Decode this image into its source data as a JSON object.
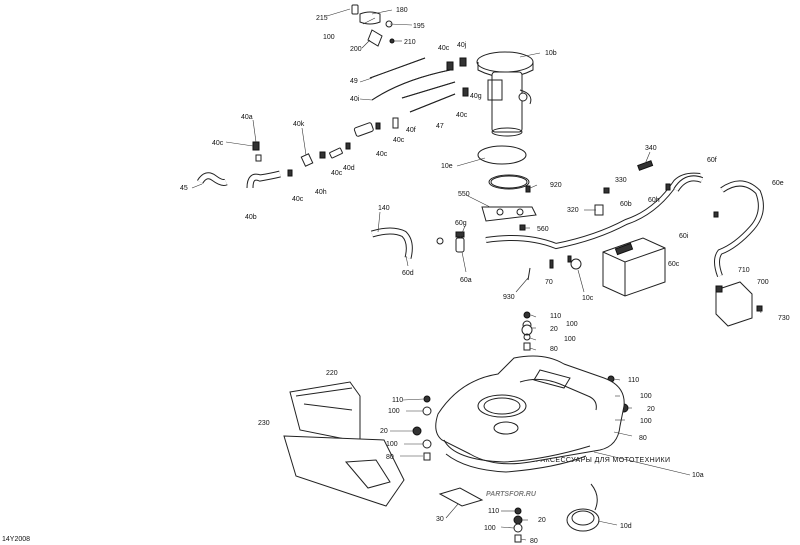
{
  "diagram_code": "14Y2008",
  "watermark": {
    "caption": "ЗАПЧАСТИ И АКСЕССУАРЫ ДЛЯ МОТОТЕХНИКИ",
    "logo": "PARTSFOR.RU"
  },
  "callouts": {
    "c215": "215",
    "c180": "180",
    "c100a": "100",
    "c195": "195",
    "c200": "200",
    "c210": "210",
    "c40c_a": "40c",
    "c40j": "40j",
    "c10b": "10b",
    "c49": "49",
    "c40i": "40i",
    "c40g": "40g",
    "c40c_b": "40c",
    "c47": "47",
    "c40f": "40f",
    "c40c_c": "40c",
    "c40c_d": "40c",
    "c40a": "40a",
    "c40k": "40k",
    "c40c_e": "40c",
    "c40c_f": "40c",
    "c40d": "40d",
    "c45": "45",
    "c40h": "40h",
    "c40c_g": "40c",
    "c40b": "40b",
    "c340": "340",
    "c60f": "60f",
    "c10e": "10e",
    "c920": "920",
    "c330": "330",
    "c60e": "60e",
    "c550": "550",
    "c320": "320",
    "c60b": "60b",
    "c60h": "60h",
    "c140": "140",
    "c60g": "60g",
    "c560": "560",
    "c60i": "60i",
    "c60d": "60d",
    "c60a": "60a",
    "c60c": "60c",
    "c70": "70",
    "c710": "710",
    "c700": "700",
    "c930": "930",
    "c10c": "10c",
    "c730": "730",
    "c110a": "110",
    "c100b": "100",
    "c20a": "20",
    "c100c": "100",
    "c80a": "80",
    "c220": "220",
    "c110b": "110",
    "c110c": "110",
    "c100d": "100",
    "c100e": "100",
    "c20b": "20",
    "c20c": "20",
    "c100f": "100",
    "c230": "230",
    "c100g": "100",
    "c80b": "80",
    "c80c": "80",
    "c10a": "10a",
    "c30": "30",
    "c110d": "110",
    "c20d": "20",
    "c100h": "100",
    "c10d": "10d",
    "c80d": "80"
  }
}
